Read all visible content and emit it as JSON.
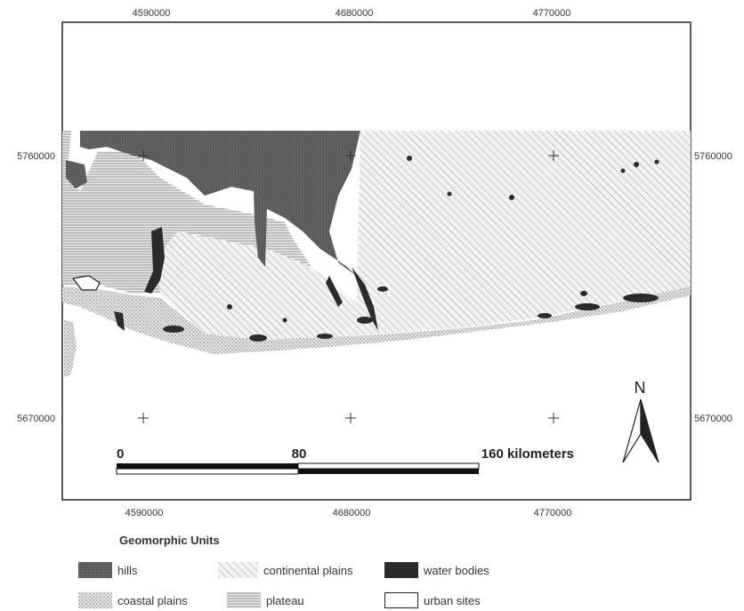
{
  "map": {
    "top_coords": [
      "4590000",
      "4680000",
      "4770000"
    ],
    "bottom_coords": [
      "4590000",
      "4680000",
      "4770000"
    ],
    "left_coords": [
      "5760000",
      "5670000"
    ],
    "right_coords": [
      "5760000",
      "5670000"
    ]
  },
  "scale_bar": {
    "label_0": "0",
    "label_80": "80",
    "label_160": "160 kilometers"
  },
  "north_arrow": {
    "label": "N"
  },
  "legend": {
    "title": "Geomorphic Units",
    "items": [
      {
        "key": "hills",
        "label": "hills"
      },
      {
        "key": "continental",
        "label": "continental plains"
      },
      {
        "key": "water",
        "label": "water bodies"
      },
      {
        "key": "coastal",
        "label": "coastal plains"
      },
      {
        "key": "plateau",
        "label": "plateau"
      },
      {
        "key": "urban",
        "label": "urban sites"
      }
    ]
  },
  "colors": {
    "hills": "#5a5a5a",
    "water": "#2b2b2b",
    "frame": "#222222"
  }
}
